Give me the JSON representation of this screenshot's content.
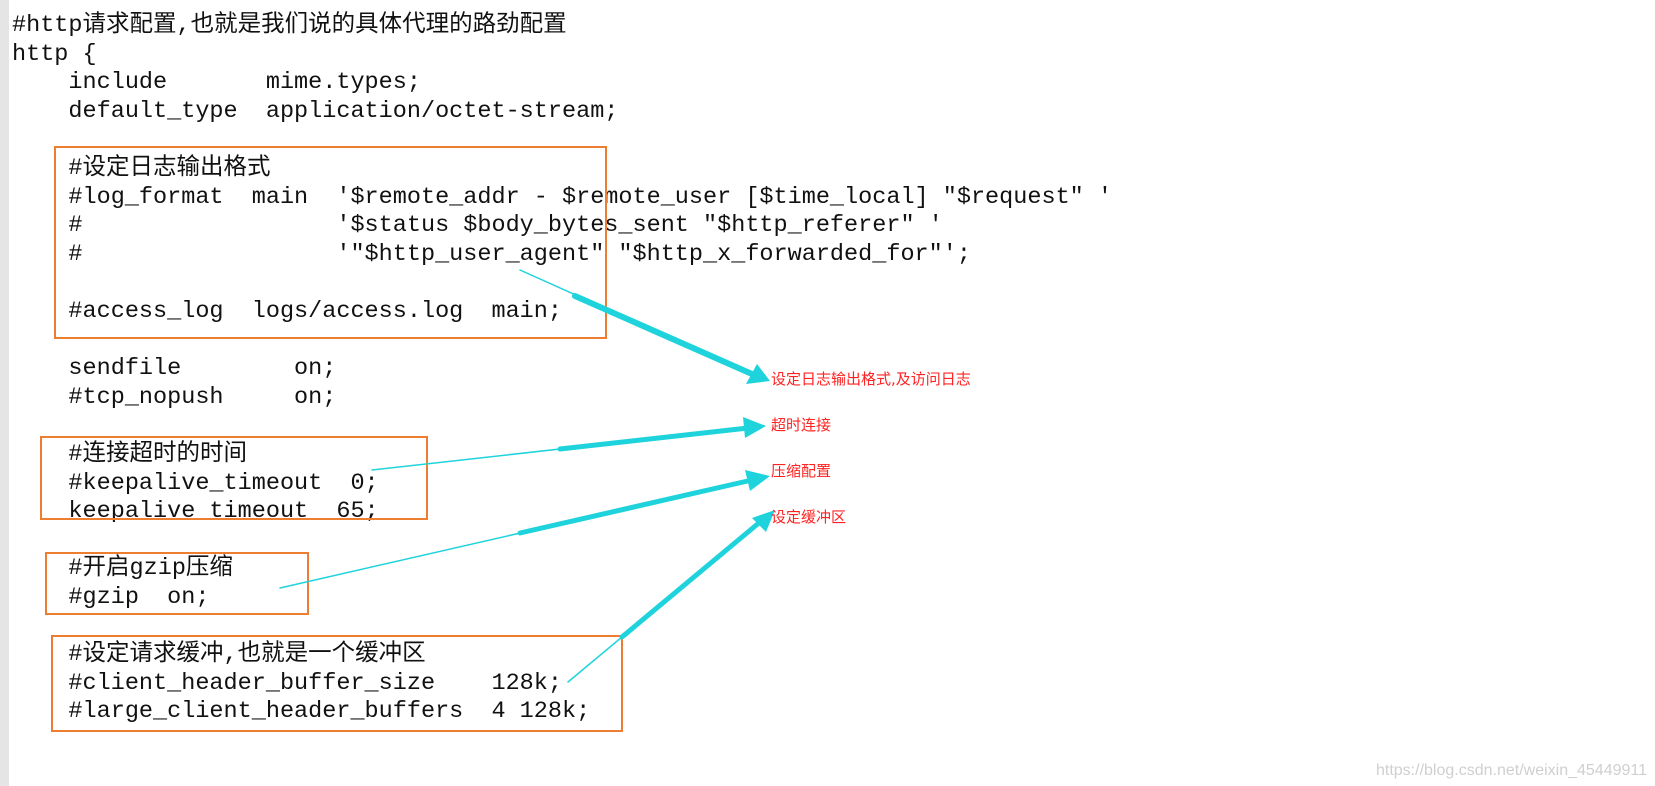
{
  "code_lines": [
    "#http请求配置,也就是我们说的具体代理的路劲配置",
    "http {",
    "    include       mime.types;",
    "    default_type  application/octet-stream;",
    "",
    "    #设定日志输出格式",
    "    #log_format  main  '$remote_addr - $remote_user [$time_local] \"$request\" '",
    "    #                  '$status $body_bytes_sent \"$http_referer\" '",
    "    #                  '\"$http_user_agent\" \"$http_x_forwarded_for\"';",
    "",
    "    #access_log  logs/access.log  main;",
    "",
    "    sendfile        on;",
    "    #tcp_nopush     on;",
    "",
    "    #连接超时的时间",
    "    #keepalive_timeout  0;",
    "    keepalive_timeout  65;",
    "",
    "    #开启gzip压缩",
    "    #gzip  on;",
    "",
    "    #设定请求缓冲,也就是一个缓冲区",
    "    #client_header_buffer_size    128k;",
    "    #large_client_header_buffers  4 128k;"
  ],
  "annotations": {
    "log": "设定日志输出格式,及访问日志",
    "timeout": "超时连接",
    "gzip": "压缩配置",
    "buffer": "设定缓冲区"
  },
  "colors": {
    "box_border": "#ed7d31",
    "arrow": "#1fd3dc",
    "annotation_text": "#ff2222"
  },
  "watermark": "https://blog.csdn.net/weixin_45449911"
}
